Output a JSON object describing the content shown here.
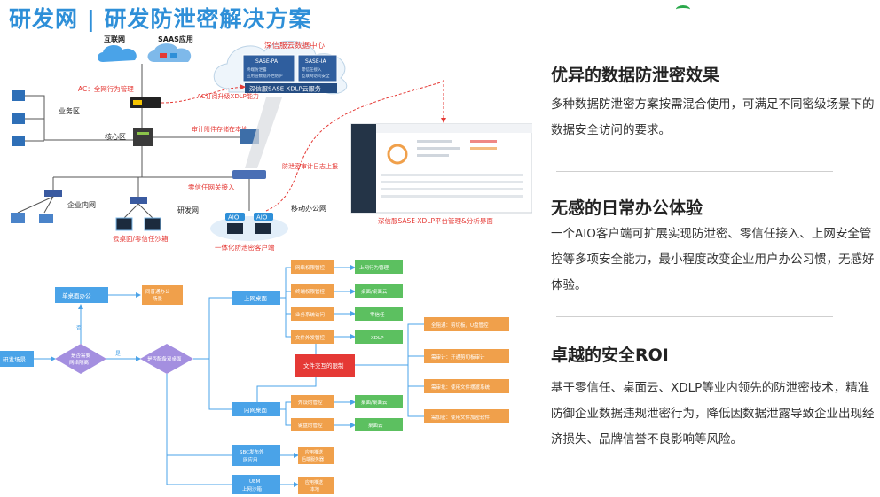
{
  "title": "研发网 | 研发防泄密解决方案",
  "colors": {
    "blue": "#2e8fd8",
    "orange": "#f0a04b",
    "green": "#5cc060",
    "red": "#e53935",
    "purple": "#a48fe0",
    "flowblue": "#4aa3e8"
  },
  "network": {
    "internet": "互联网",
    "saas": "SAAS应用",
    "datacenter": "深信服云数据中心",
    "sase_pa": "SASE-PA",
    "sase_ia": "SASE-IA",
    "pa_sub1": "终端防泄露",
    "pa_sub2": "应用层数据外泄防护",
    "ia_sub1": "零信任接入",
    "ia_sub2": "互联网访问安全",
    "sase_xdlp": "深信服SASE-XDLP云服务",
    "ac_label": "AC：全网行为管理",
    "ac_upgrade": "AC订阅升级XDLP能力",
    "audit_store": "审计附件存储在本地",
    "business_zone": "业务区",
    "core_zone": "核心区",
    "audit_log": "防泄密审计日志上报",
    "zero_trust_gw": "零信任网关接入",
    "enterprise_net": "企业内网",
    "rd_net": "研发网",
    "mobile_net": "移动办公网",
    "aio1": "AIO",
    "aio2": "AIO",
    "cloud_desktop": "云桌面/零信任沙箱",
    "aio_client": "一体化防泄密客户端",
    "platform_caption": "深信服SASE-XDLP平台管理&分析界面"
  },
  "flow": {
    "start": "研发场景",
    "decision1": "是否需要网络隔离",
    "no_tag": "否",
    "yes_tag": "是",
    "single_desk": "单桌面办公",
    "normal_office": "同普通办公场景",
    "decision2": "是否配备双桌面",
    "internet_desk": "上网桌面",
    "intranet_desk": "内网桌面",
    "sbc": "SBC发布外网应用",
    "uem": "UEM上网沙箱",
    "file_ctrl": "文件交互的限制",
    "o1": "网络权限管控",
    "o2": "终端权限管控",
    "o3": "业务系统访问",
    "o4": "文件外发管控",
    "g1": "上网行为管理",
    "g2": "桌面/桌面云",
    "g3": "零信任",
    "g4": "XDLP",
    "o5": "外设的管控",
    "o6": "键盘的管控",
    "g5": "桌面/桌面云",
    "g6": "桌面云",
    "r1": "全阻通：剪切板，U盘管控",
    "r2": "需审计：开通剪切板审计",
    "r3": "需审批：使用文件摆渡系统",
    "r4": "需加密：使用文件加密软件",
    "sbc_res": "应用推送后端服务器",
    "uem_res": "应用推送本地"
  },
  "right": {
    "s1_title": "优异的数据防泄密效果",
    "s1_body": "多种数据防泄密方案按需混合使用，可满足不同密级场景下的数据安全访问的要求。",
    "s2_title": "无感的日常办公体验",
    "s2_body": "一个AIO客户端可扩展实现防泄密、零信任接入、上网安全管控等多项安全能力，最小程度改变企业用户办公习惯，无感好体验。",
    "s3_title": "卓越的安全ROI",
    "s3_body": "基于零信任、桌面云、XDLP等业内领先的防泄密技术，精准防御企业数据违规泄密行为，降低因数据泄露导致企业出现经济损失、品牌信誉不良影响等风险。"
  }
}
